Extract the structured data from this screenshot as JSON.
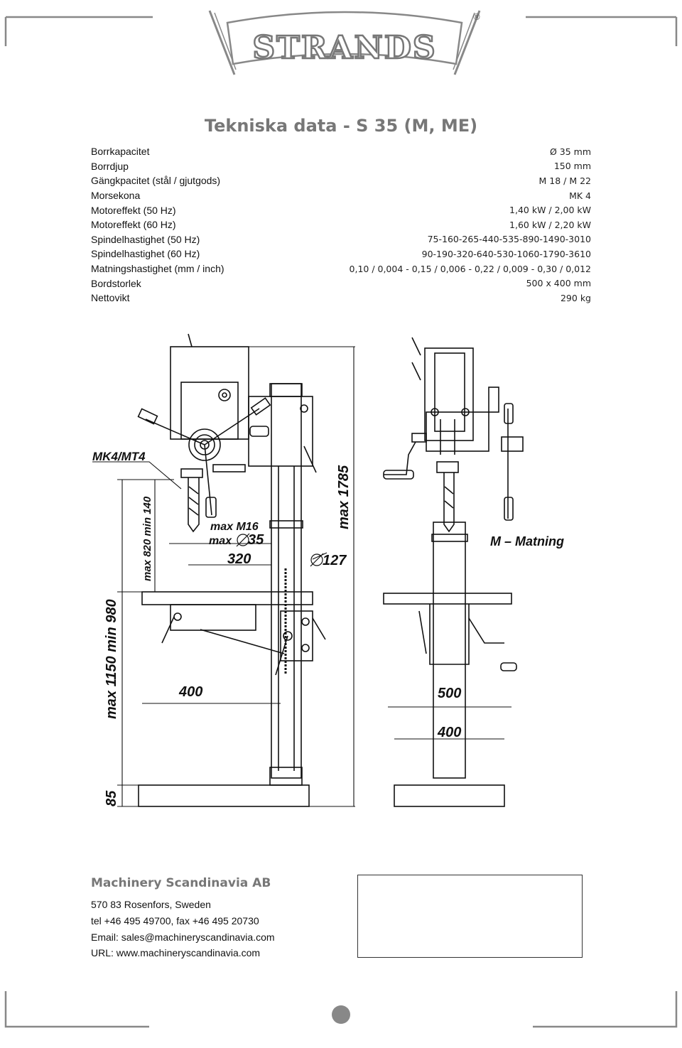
{
  "brand": {
    "name": "STRANDS",
    "registered_mark": "®"
  },
  "title": "Tekniska data - S 35 (M, ME)",
  "specs": [
    {
      "label": "Borrkapacitet",
      "value": "Ø 35 mm"
    },
    {
      "label": "Borrdjup",
      "value": "150 mm"
    },
    {
      "label": "Gängkpacitet (stål / gjutgods)",
      "value": "M 18 / M 22"
    },
    {
      "label": "Morsekona",
      "value": "MK 4"
    },
    {
      "label": "Motoreffekt (50 Hz)",
      "value": "1,40 kW / 2,00 kW"
    },
    {
      "label": "Motoreffekt (60 Hz)",
      "value": "1,60 kW / 2,20 kW"
    },
    {
      "label": "Spindelhastighet (50 Hz)",
      "value": "75-160-265-440-535-890-1490-3010"
    },
    {
      "label": "Spindelhastighet (60 Hz)",
      "value": "90-190-320-640-530-1060-1790-3610"
    },
    {
      "label": "Matningshastighet (mm / inch)",
      "value": "0,10 / 0,004 - 0,15 / 0,006 - 0,22 / 0,009 - 0,30 / 0,012"
    },
    {
      "label": "Bordstorlek",
      "value": "500 x 400 mm"
    },
    {
      "label": "Nettovikt",
      "value": "290 kg"
    }
  ],
  "drawing": {
    "taper": "MK4/MT4",
    "spindle_travel": "max 820  min 140",
    "tap_max": "max M16",
    "drill_max_prefix": "max",
    "drill_max_value": "35",
    "throat": "320",
    "height": "max 1785",
    "column_dia": "127",
    "table_height": "max 1150  min 980",
    "table_depth": "400",
    "base_height": "85",
    "feed_label": "M – Matning",
    "table_width": "500",
    "base_width": "400"
  },
  "company": {
    "name": "Machinery Scandinavia AB",
    "address": "570 83 Rosenfors, Sweden",
    "phone": "tel +46 495 49700, fax +46 495 20730",
    "email": "Email: sales@machineryscandinavia.com",
    "url": "URL: www.machineryscandinavia.com"
  }
}
